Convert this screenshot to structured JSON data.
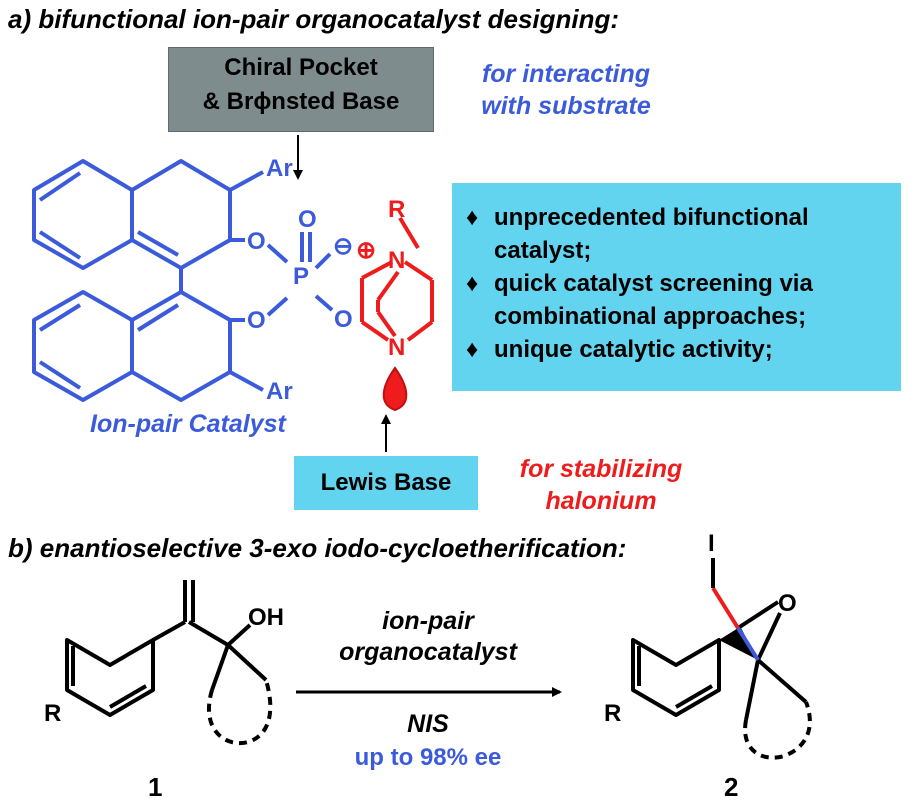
{
  "section_a": {
    "title": "a) bifunctional ion-pair organocatalyst designing:",
    "chiral_box": {
      "line1": "Chiral Pocket",
      "line2": "& Brϕnsted Base"
    },
    "interact_note": {
      "line1": "for interacting",
      "line2": "with substrate"
    },
    "features": [
      {
        "bullet": "♦",
        "text": "unprecedented  bifunctional catalyst;"
      },
      {
        "bullet": "♦",
        "text": "quick catalyst screening via combinational approaches;"
      },
      {
        "bullet": "♦",
        "text": "unique catalytic activity;"
      }
    ],
    "catalyst_label": "Ion-pair Catalyst",
    "lewis_box": "Lewis Base",
    "stabilize_note": {
      "line1": "for stabilizing",
      "line2": "halonium"
    },
    "atoms": {
      "ar": "Ar",
      "o": "O",
      "p": "P",
      "minus": "⊖",
      "r": "R",
      "n": "N",
      "plus": "⊕"
    }
  },
  "section_b": {
    "title": "b) enantioselective 3-exo iodo-cycloetherification:",
    "condition_line1": "ion-pair",
    "condition_line2": "organocatalyst",
    "reagent": "NIS",
    "ee": "up to 98% ee",
    "compound1": "1",
    "compound2": "2",
    "atoms": {
      "r": "R",
      "oh": "OH",
      "o": "O",
      "i": "I"
    }
  },
  "colors": {
    "blue": "#3b5bdb",
    "red": "#ee1c1c",
    "cyan": "#63d4ef",
    "gray": "#7f8c8d"
  }
}
